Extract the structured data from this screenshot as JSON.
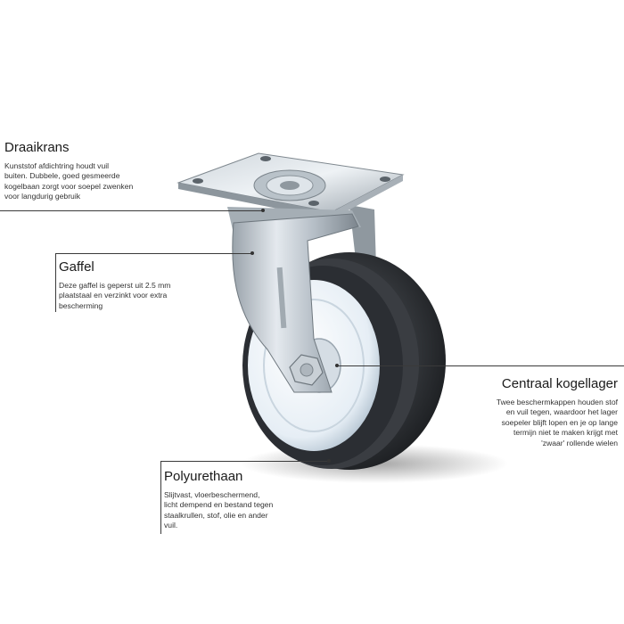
{
  "callouts": {
    "draaikrans": {
      "title": "Draaikrans",
      "lines": [
        "Kunststof afdichtring houdt  vuil",
        "buiten. Dubbele, goed gesmeerde",
        "kogelbaan zorgt voor soepel zwenken",
        "voor langdurig gebruik"
      ]
    },
    "gaffel": {
      "title": "Gaffel",
      "lines": [
        "Deze gaffel is geperst uit 2.5 mm",
        "plaatstaal en verzinkt voor extra",
        "bescherming"
      ]
    },
    "kogellager": {
      "title": "Centraal kogellager",
      "lines": [
        "Twee beschermkappen houden stof",
        "en vuil tegen, waardoor het lager",
        "soepeler blijft lopen en je op lange",
        "termijn niet te maken krijgt met",
        "'zwaar' rollende wielen"
      ]
    },
    "polyurethaan": {
      "title": "Polyurethaan",
      "lines": [
        "Slijtvast, vloerbeschermend,",
        "licht dempend en bestand tegen",
        "staalkrullen, stof, olie en ander",
        "vuil."
      ]
    }
  }
}
